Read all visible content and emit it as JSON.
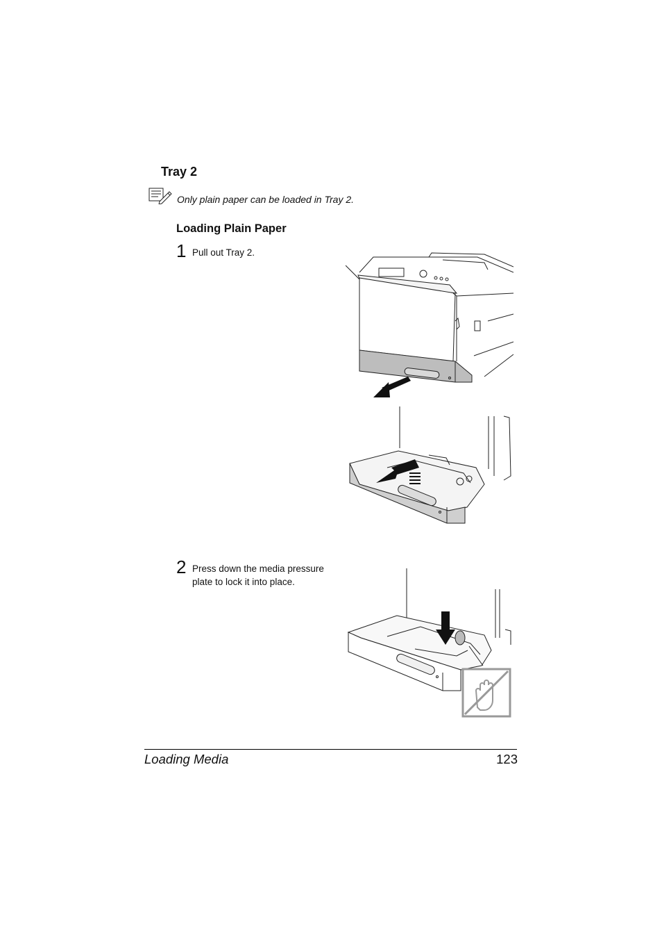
{
  "section": {
    "title": "Tray 2"
  },
  "note": {
    "icon": "note-pencil-icon",
    "text": "Only plain paper can be loaded in Tray 2."
  },
  "subsection": {
    "title": "Loading Plain Paper"
  },
  "steps": [
    {
      "number": "1",
      "lines": [
        "Pull out Tray 2."
      ]
    },
    {
      "number": "2",
      "lines": [
        "Press down the media pressure",
        "plate to lock it into place."
      ]
    }
  ],
  "figures": [
    {
      "name": "printer-pull-tray-illustration",
      "depicts": "printer with arrow pulling out tray"
    },
    {
      "name": "tray-pulled-out-illustration",
      "depicts": "tray removed with arrow"
    },
    {
      "name": "press-plate-illustration",
      "depicts": "pressing media pressure plate with warning hand symbol"
    }
  ],
  "footer": {
    "section": "Loading Media",
    "page": "123"
  }
}
